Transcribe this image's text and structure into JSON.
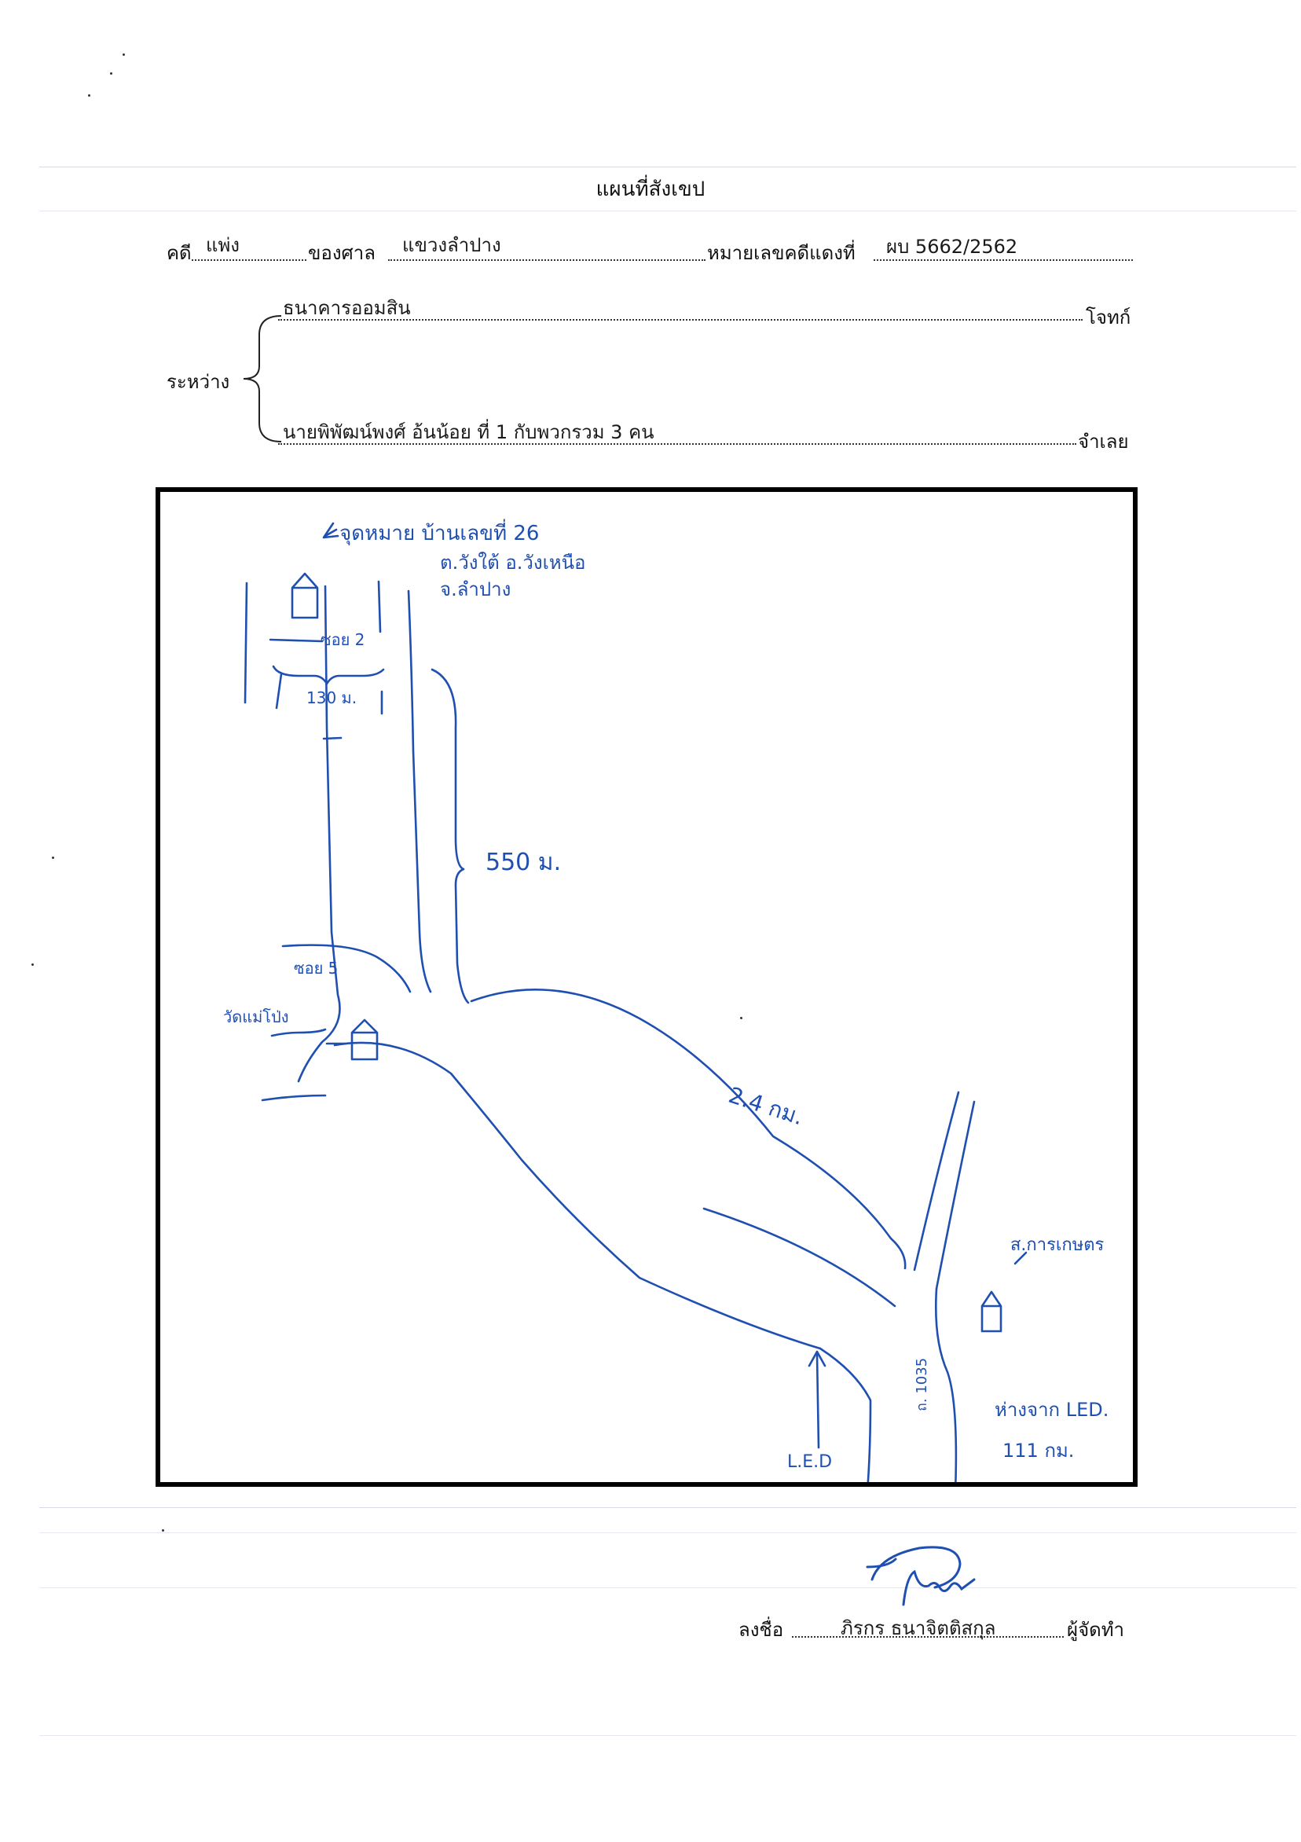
{
  "document": {
    "title": "แผนที่สังเขป"
  },
  "case_line": {
    "case_label": "คดี",
    "case_type": "แพ่ง",
    "court_label": "ของศาล",
    "court_name": "แขวงลำปาง",
    "red_case_label": "หมายเลขคดีแดงที่",
    "red_case_number": "ผบ 5662/2562"
  },
  "parties": {
    "between_label": "ระหว่าง",
    "plaintiff_name": "ธนาคารออมสิน",
    "plaintiff_role": "โจทก์",
    "defendant_name": "นายพิพัฒน์พงศ์ อ้นน้อย ที่ 1 กับพวกรวม 3 คน",
    "defendant_role": "จำเลย"
  },
  "map": {
    "destination_line1": "จุดหมาย บ้านเลขที่ 26",
    "destination_line2": "ต.วังใต้ อ.วังเหนือ",
    "destination_line3": "จ.ลำปาง",
    "soi_top": "ซอย 2",
    "distance_130": "130 ม.",
    "distance_550": "550 ม.",
    "soi_5": "ซอย 5",
    "temple_label": "วัดแม่โป่ง",
    "distance_24": "2.4 กม.",
    "agri_label": "ส.การเกษตร",
    "road_label": "ถ. 1035",
    "from_led_line1": "ห่างจาก LED.",
    "from_led_line2": "111 กม.",
    "led_label": "L.E.D",
    "ink_color": "#1f4fb0"
  },
  "signature": {
    "sign_label": "ลงชื่อ",
    "signer_name": "ภิรกร ธนาจิตติสกุล",
    "role": "ผู้จัดทำ"
  }
}
